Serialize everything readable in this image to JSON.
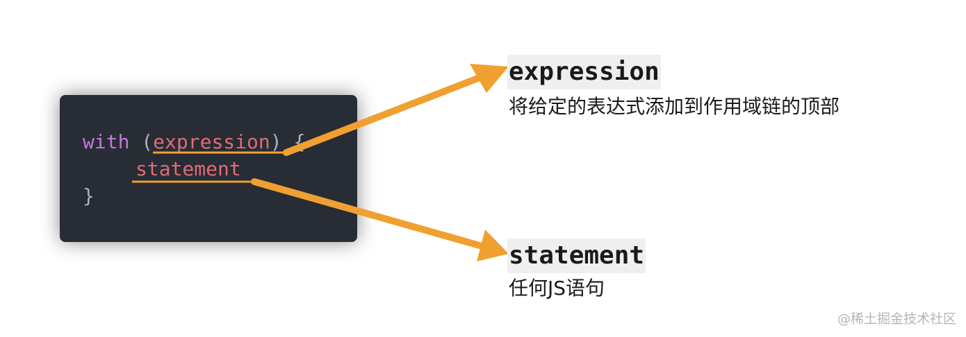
{
  "code": {
    "line1": {
      "keyword": "with",
      "open_paren": "(",
      "expression": "expression",
      "close_rest": ") {"
    },
    "line2": {
      "statement": "statement"
    },
    "line3": {
      "close_brace": "}"
    }
  },
  "annotations": {
    "expression": {
      "term": "expression",
      "description": "将给定的表达式添加到作用域链的顶部"
    },
    "statement": {
      "term": "statement",
      "description": "任何JS语句"
    }
  },
  "watermark": "@稀土掘金技术社区",
  "colors": {
    "arrow": "#f0a030",
    "code_background": "#282c34",
    "keyword": "#c678dd",
    "identifier": "#e06c75",
    "plain": "#abb2bf"
  }
}
